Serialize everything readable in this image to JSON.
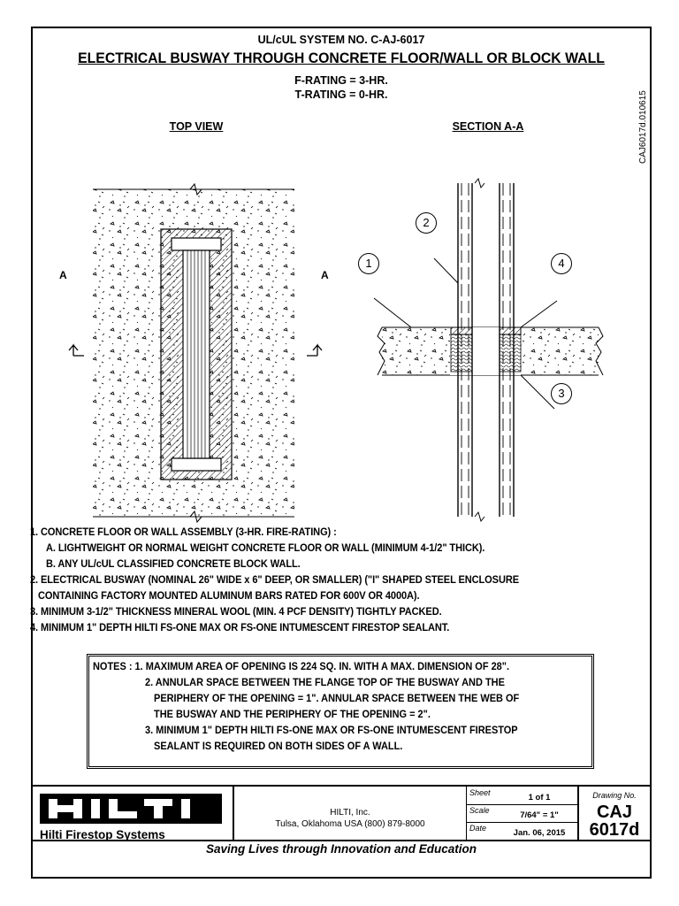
{
  "header": {
    "system_no": "UL/cUL SYSTEM NO. C-AJ-6017",
    "title": "ELECTRICAL BUSWAY THROUGH CONCRETE FLOOR/WALL OR BLOCK WALL",
    "f_rating": "F-RATING = 3-HR.",
    "t_rating": "T-RATING = 0-HR.",
    "side_code": "CAJ6017d.010615"
  },
  "drawing": {
    "top_view_label": "TOP VIEW",
    "section_label": "SECTION A-A",
    "section_marker": "A",
    "callouts": [
      "1",
      "2",
      "3",
      "4"
    ]
  },
  "items": [
    "1. CONCRETE FLOOR OR WALL ASSEMBLY (3-HR. FIRE-RATING) :",
    "A. LIGHTWEIGHT OR NORMAL WEIGHT CONCRETE FLOOR OR WALL (MINIMUM 4-1/2\" THICK).",
    "B. ANY UL/cUL CLASSIFIED CONCRETE BLOCK WALL.",
    "2. ELECTRICAL BUSWAY (NOMINAL 26\" WIDE x 6\" DEEP, OR SMALLER) (\"I\" SHAPED STEEL ENCLOSURE",
    "CONTAINING FACTORY MOUNTED ALUMINUM BARS RATED FOR 600V OR 4000A).",
    "3. MINIMUM 3-1/2\" THICKNESS MINERAL WOOL (MIN. 4 PCF DENSITY) TIGHTLY PACKED.",
    "4. MINIMUM 1\" DEPTH HILTI FS-ONE MAX OR FS-ONE INTUMESCENT FIRESTOP SEALANT."
  ],
  "notes": [
    "NOTES : 1. MAXIMUM AREA OF OPENING IS 224 SQ. IN. WITH A MAX. DIMENSION OF 28\".",
    "2. ANNULAR SPACE BETWEEN THE FLANGE TOP OF THE BUSWAY AND THE",
    "PERIPHERY OF THE OPENING = 1\". ANNULAR SPACE BETWEEN THE WEB OF",
    "THE BUSWAY AND THE PERIPHERY OF THE OPENING = 2\".",
    "3. MINIMUM 1\" DEPTH HILTI FS-ONE MAX OR FS-ONE INTUMESCENT FIRESTOP",
    "SEALANT IS REQUIRED ON BOTH SIDES OF A WALL."
  ],
  "title_block": {
    "logo_text": "HILTI",
    "company_line": "Hilti Firestop Systems",
    "address_1": "HILTI, Inc.",
    "address_2": "Tulsa, Oklahoma USA (800) 879-8000",
    "sheet_label": "Sheet",
    "sheet_value": "1 of 1",
    "scale_label": "Scale",
    "scale_value": "7/64\" = 1\"",
    "date_label": "Date",
    "date_value": "Jan. 06, 2015",
    "drawing_no_label": "Drawing No.",
    "drawing_no_1": "CAJ",
    "drawing_no_2": "6017d",
    "slogan": "Saving Lives through Innovation and Education"
  }
}
